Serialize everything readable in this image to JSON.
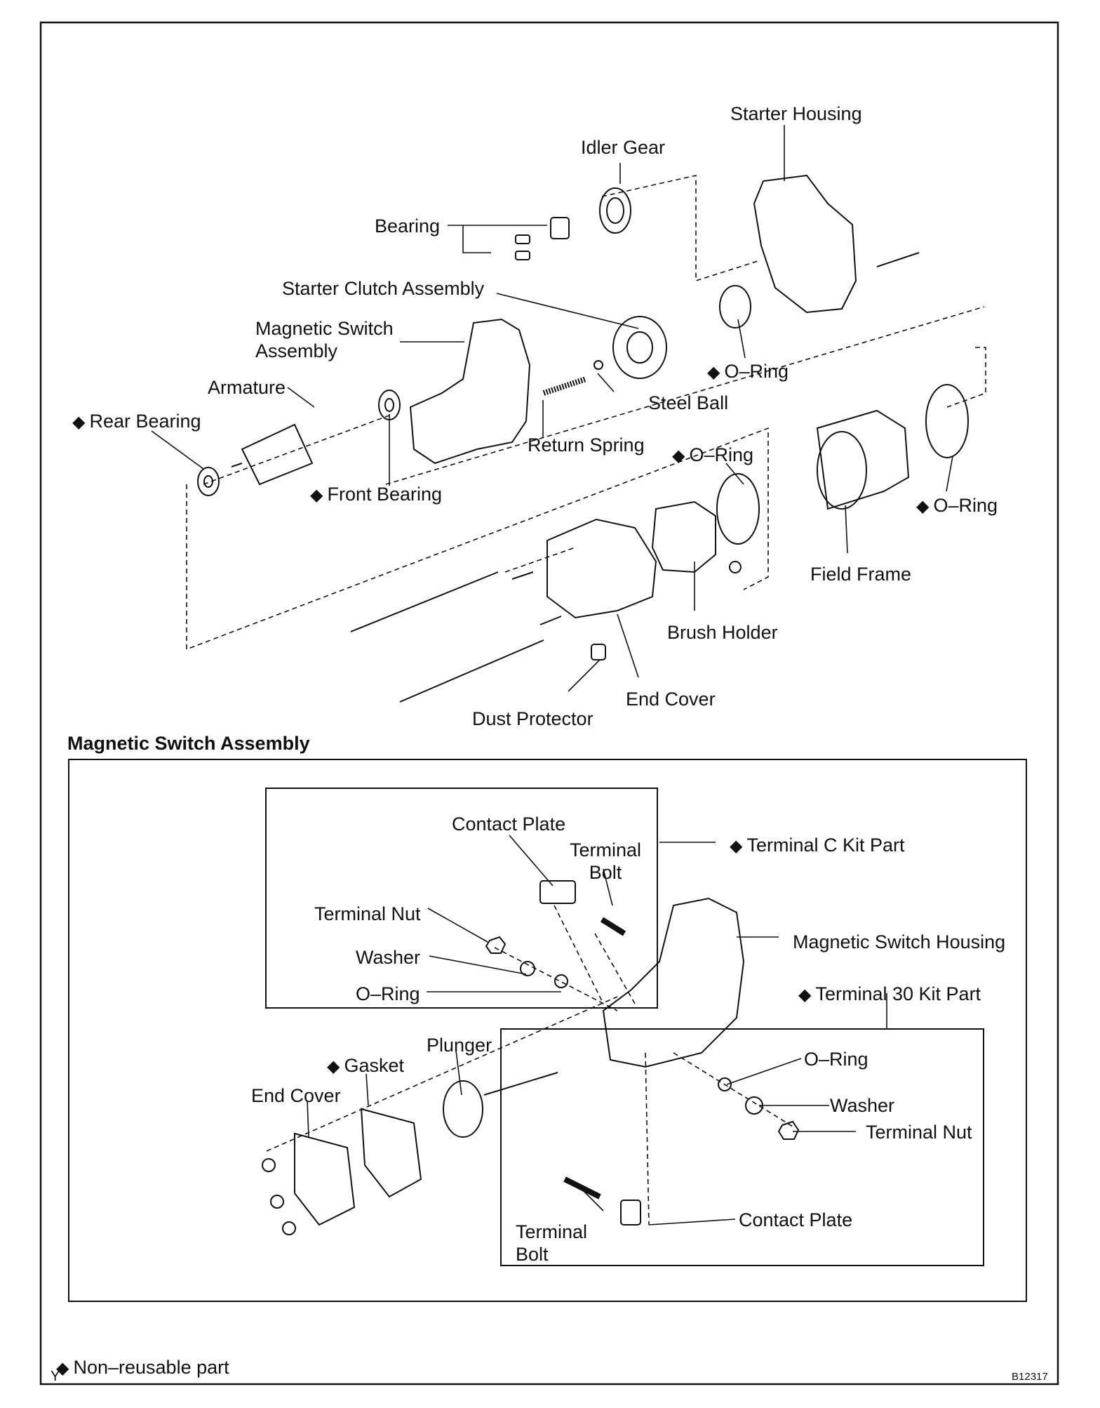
{
  "upper": {
    "starter_housing": "Starter Housing",
    "idler_gear": "Idler Gear",
    "bearing": "Bearing",
    "starter_clutch_assembly": "Starter Clutch Assembly",
    "magnetic_switch_assembly": "Magnetic Switch\nAssembly",
    "armature": "Armature",
    "rear_bearing": "Rear Bearing",
    "front_bearing": "Front Bearing",
    "o_ring": "O–Ring",
    "steel_ball": "Steel Ball",
    "return_spring": "Return Spring",
    "field_frame": "Field Frame",
    "brush_holder": "Brush Holder",
    "end_cover": "End Cover",
    "dust_protector": "Dust Protector"
  },
  "section_title": "Magnetic Switch Assembly",
  "lower": {
    "contact_plate": "Contact Plate",
    "terminal_bolt": "Terminal\nBolt",
    "terminal_c_kit_part": "Terminal C Kit Part",
    "terminal_nut": "Terminal Nut",
    "washer": "Washer",
    "o_ring": "O–Ring",
    "magnetic_switch_housing": "Magnetic Switch Housing",
    "terminal_30_kit_part": "Terminal 30 Kit Part",
    "plunger": "Plunger",
    "gasket": "Gasket",
    "end_cover": "End Cover"
  },
  "legend": {
    "symbol": "◆",
    "text": "Non–reusable part"
  },
  "figure_code": "B12317",
  "corner_letter": "Y"
}
